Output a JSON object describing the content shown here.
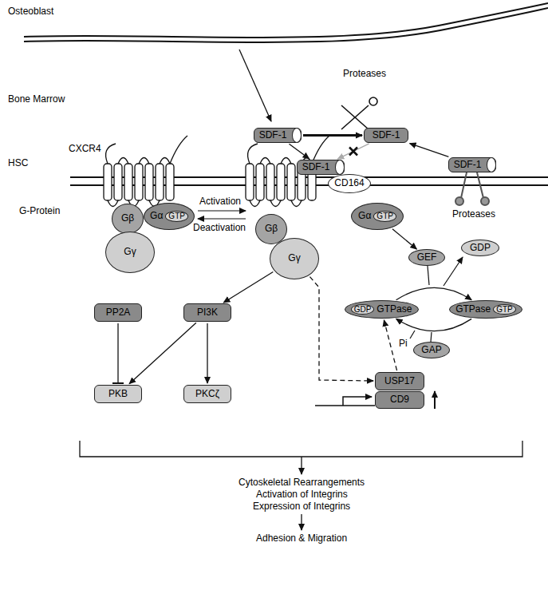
{
  "diagram": {
    "nodes": [
      {
        "text": [
          "SDF-1"
        ]
      },
      {
        "text": [
          "SDF-1"
        ]
      },
      {
        "text": [
          "SDF-1"
        ]
      },
      {
        "text": [
          "SDF-1"
        ]
      },
      {
        "text": [
          "Gβ"
        ]
      },
      {
        "text": [
          "Gα",
          "GTP"
        ]
      },
      {
        "text": [
          "Gγ"
        ]
      },
      {
        "text": [
          "CD164"
        ]
      },
      {
        "text": [
          "Gβ"
        ]
      },
      {
        "text": [
          "Gγ"
        ]
      },
      {
        "text": [
          "Gα",
          "GTP"
        ]
      },
      {
        "text": [
          "GEF"
        ]
      },
      {
        "text": [
          "GDP"
        ]
      },
      {
        "text": [
          "GDP",
          "GTPase"
        ]
      },
      {
        "text": [
          "GTPase",
          "GTP"
        ]
      },
      {
        "text": [
          "GAP"
        ]
      },
      {
        "text": [
          "PP2A"
        ]
      },
      {
        "text": [
          "PI3K"
        ]
      },
      {
        "text": [
          "PKB"
        ]
      },
      {
        "text": [
          "PKCζ"
        ]
      },
      {
        "text": [
          "USP17"
        ]
      },
      {
        "text": [
          "CD9"
        ]
      }
    ],
    "edges": [
      {
        "from": 0,
        "to": 1,
        "arrow": "to"
      },
      {
        "from": 0,
        "to": 2,
        "arrow": "to"
      },
      {
        "from": 1,
        "to": 2,
        "arrow": "to"
      },
      {
        "from": 3,
        "to": 1,
        "arrow": "to"
      },
      {
        "from": 9,
        "to": 17,
        "arrow": "to"
      },
      {
        "from": 9,
        "to": 20,
        "arrow": "to"
      },
      {
        "from": 10,
        "to": 11,
        "arrow": "to"
      },
      {
        "from": 20,
        "to": 13,
        "arrow": "to"
      },
      {
        "from": 17,
        "to": 18,
        "arrow": "to"
      },
      {
        "from": 17,
        "to": 19,
        "arrow": "to"
      },
      {
        "from": 16,
        "to": 18,
        "arrow": "to"
      },
      {
        "from": 13,
        "to": 14,
        "arrow": "to"
      },
      {
        "from": 14,
        "to": 13,
        "arrow": "to"
      }
    ],
    "labels": [
      "Osteoblast",
      "Bone Marrow",
      "Proteases",
      "Proteases",
      "HSC",
      "CXCR4",
      "G-Protein",
      "Activation",
      "Deactivation",
      "Pi",
      "Cytoskeletal Rearrangements",
      "Activation of Integrins",
      "Expression of Integrins",
      "Adhesion & Migration"
    ]
  }
}
